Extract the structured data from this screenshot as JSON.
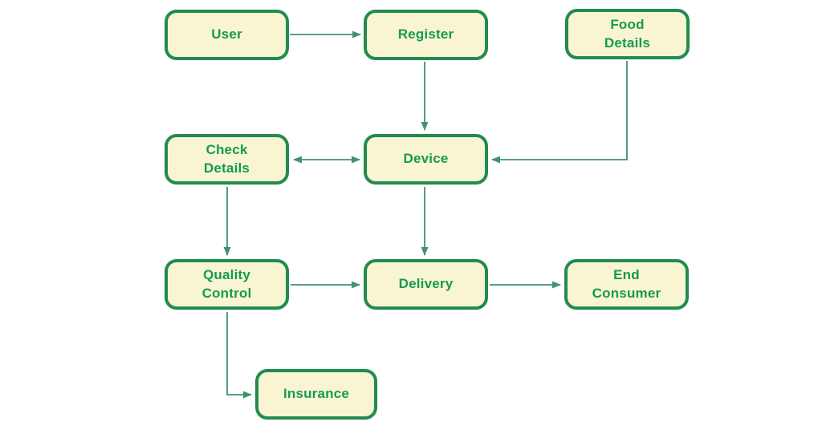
{
  "diagram": {
    "colors": {
      "background": "#ffffff",
      "box_fill": "#f9f5d3",
      "box_border": "#218b50",
      "text": "#149a52",
      "connector": "#40936f"
    },
    "nodes": [
      {
        "id": "user",
        "lines": [
          "User"
        ]
      },
      {
        "id": "register",
        "lines": [
          "Register"
        ]
      },
      {
        "id": "food-details",
        "lines": [
          "Food",
          "Details"
        ]
      },
      {
        "id": "check-details",
        "lines": [
          "Check",
          "Details"
        ]
      },
      {
        "id": "device",
        "lines": [
          "Device"
        ]
      },
      {
        "id": "quality-control",
        "lines": [
          "Quality",
          "Control"
        ]
      },
      {
        "id": "delivery",
        "lines": [
          "Delivery"
        ]
      },
      {
        "id": "end-consumer",
        "lines": [
          "End",
          "Consumer"
        ]
      },
      {
        "id": "insurance",
        "lines": [
          "Insurance"
        ]
      }
    ],
    "edges": [
      {
        "from": "User",
        "to": "Register",
        "type": "arrow",
        "route": "straight-right"
      },
      {
        "from": "Register",
        "to": "Device",
        "type": "arrow",
        "route": "straight-down"
      },
      {
        "from": "Food Details",
        "to": "Device",
        "type": "arrow",
        "route": "elbow-down-left"
      },
      {
        "from": "Check Details",
        "to": "Device",
        "type": "bidirectional",
        "route": "straight-horizontal"
      },
      {
        "from": "Check Details",
        "to": "Quality Control",
        "type": "arrow",
        "route": "straight-down"
      },
      {
        "from": "Device",
        "to": "Delivery",
        "type": "arrow",
        "route": "straight-down"
      },
      {
        "from": "Quality Control",
        "to": "Delivery",
        "type": "arrow",
        "route": "straight-right"
      },
      {
        "from": "Delivery",
        "to": "End Consumer",
        "type": "arrow",
        "route": "straight-right"
      },
      {
        "from": "Quality Control",
        "to": "Insurance",
        "type": "arrow",
        "route": "elbow-down-right"
      }
    ]
  }
}
